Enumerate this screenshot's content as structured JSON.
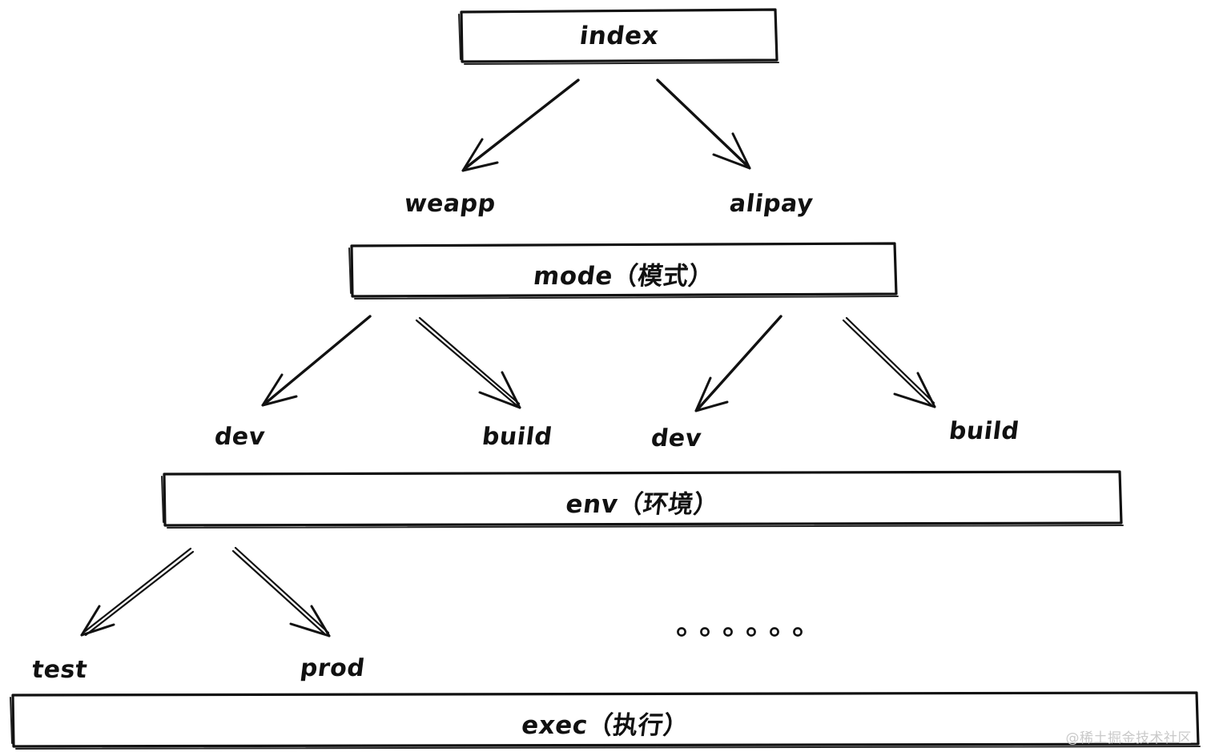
{
  "diagram": {
    "type": "flowchart",
    "style": "hand-drawn-sketch",
    "background_color": "#ffffff",
    "stroke_color": "#111111",
    "levels": [
      {
        "level": 1,
        "kind": "box",
        "label": "index"
      },
      {
        "level": 2,
        "kind": "branch-labels",
        "labels": [
          "weapp",
          "alipay"
        ]
      },
      {
        "level": 3,
        "kind": "box",
        "label": "mode（模式）"
      },
      {
        "level": 4,
        "kind": "branch-labels",
        "labels": [
          "dev",
          "build",
          "dev",
          "build"
        ]
      },
      {
        "level": 5,
        "kind": "box",
        "label": "env（环境）"
      },
      {
        "level": 6,
        "kind": "branch-labels",
        "labels": [
          "test",
          "prod"
        ]
      },
      {
        "level": 7,
        "kind": "box",
        "label": "exec（执行）"
      }
    ],
    "boxes": {
      "index": "index",
      "mode": "mode（模式）",
      "env": "env（环境）",
      "exec": "exec（执行）"
    },
    "branches": {
      "platform_left": "weapp",
      "platform_right": "alipay",
      "mode_1": "dev",
      "mode_2": "build",
      "mode_3": "dev",
      "mode_4": "build",
      "env_1": "test",
      "env_2": "prod"
    },
    "ellipsis": {
      "name": "more-items-ellipsis",
      "dot_count": 6
    }
  },
  "watermark": {
    "text": "@稀土掘金技术社区",
    "color": "#c9c9c9"
  }
}
